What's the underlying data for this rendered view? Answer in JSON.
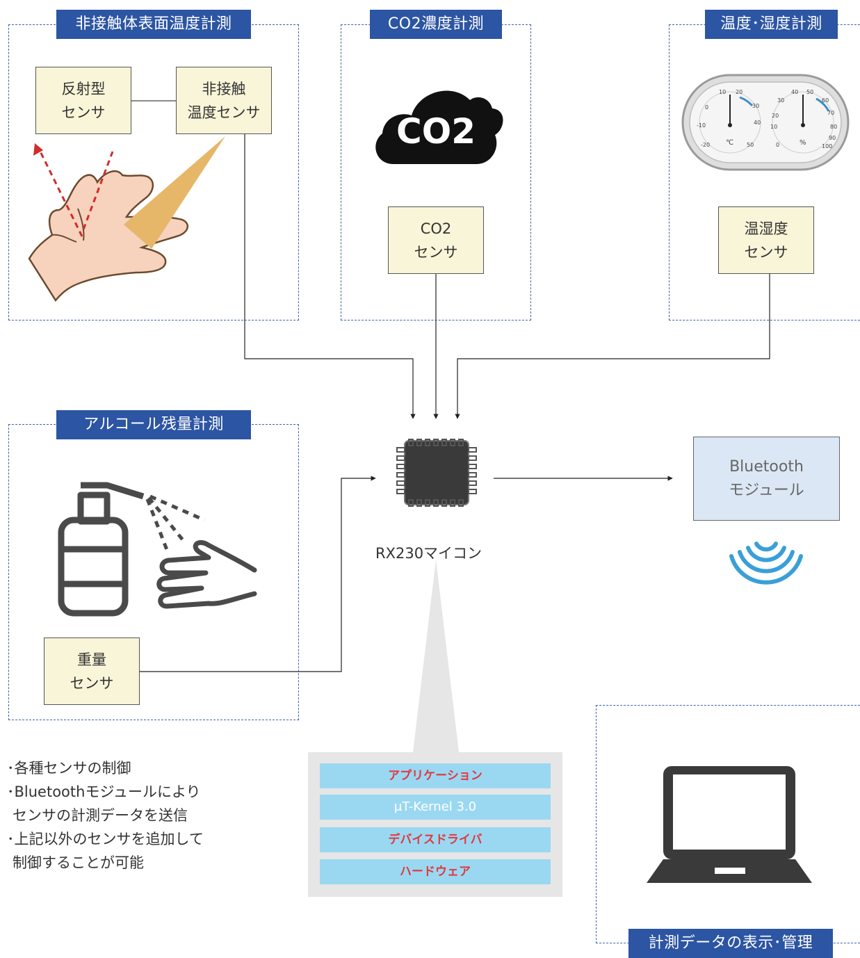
{
  "groups": {
    "temperature_noncontact": {
      "title": "非接触体表面温度計測"
    },
    "co2": {
      "title": "CO2濃度計測"
    },
    "temp_humidity": {
      "title": "温度･湿度計測"
    },
    "alcohol": {
      "title": "アルコール残量計測"
    },
    "display": {
      "title": "計測データの表示･管理"
    }
  },
  "nodes": {
    "reflective_sensor": {
      "line1": "反射型",
      "line2": "センサ"
    },
    "noncontact_sensor": {
      "line1": "非接触",
      "line2": "温度センサ"
    },
    "co2_sensor": {
      "line1": "CO2",
      "line2": "センサ"
    },
    "temp_humidity_sensor": {
      "line1": "温湿度",
      "line2": "センサ"
    },
    "weight_sensor": {
      "line1": "重量",
      "line2": "センサ"
    },
    "bluetooth_module": {
      "line1": "Bluetooth",
      "line2": "モジュール"
    }
  },
  "co2_cloud_text": "CO2",
  "thermometer": {
    "temp_scale": [
      "10",
      "20",
      "30",
      "0",
      "40",
      "-10",
      "-20",
      "50",
      "℃"
    ],
    "humidity_scale": [
      "40",
      "50",
      "30",
      "60",
      "20",
      "70",
      "10",
      "80",
      "90",
      "0",
      "100",
      "%"
    ]
  },
  "mcu": {
    "label": "RX230マイコン"
  },
  "software_stack": [
    "アプリケーション",
    "μT-Kernel 3.0",
    "デバイスドライバ",
    "ハードウェア"
  ],
  "notes": [
    "･各種センサの制御",
    "･Bluetoothモジュールにより",
    "センサの計測データを送信",
    "･上記以外のセンサを追加して",
    "制御することが可能"
  ],
  "colors": {
    "title_bg": "#2c55a3",
    "dash": "#3b63a8",
    "node_bg": "#f8f5d8",
    "bt_bg": "#dbe7f5",
    "stack_layer": "#9ad8f2",
    "stack_text": "#e2383f",
    "wifi": "#3a9fd8"
  }
}
